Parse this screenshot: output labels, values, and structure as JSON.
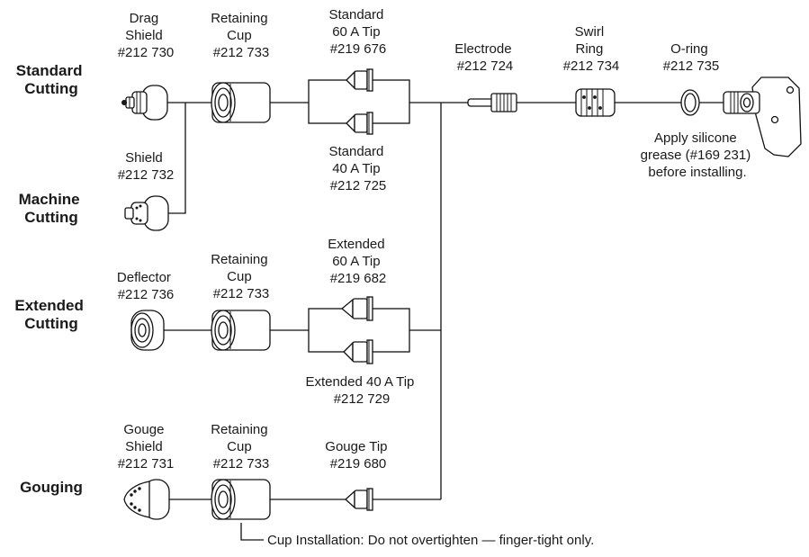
{
  "sections": {
    "standard": [
      "Standard",
      "Cutting"
    ],
    "machine": [
      "Machine",
      "Cutting"
    ],
    "extended": [
      "Extended",
      "Cutting"
    ],
    "gouging": [
      "Gouging"
    ]
  },
  "labels": {
    "drag_shield": [
      "Drag",
      "Shield",
      "#212 730"
    ],
    "retaining_cup_1": [
      "Retaining",
      "Cup",
      "#212 733"
    ],
    "std60_tip": [
      "Standard",
      "60 A Tip",
      "#219 676"
    ],
    "std40_tip": [
      "Standard",
      "40 A Tip",
      "#212 725"
    ],
    "electrode": [
      "Electrode",
      "#212 724"
    ],
    "swirl_ring": [
      "Swirl",
      "Ring",
      "#212 734"
    ],
    "oring": [
      "O-ring",
      "#212 735"
    ],
    "grease_note": [
      "Apply silicone",
      "grease (#169 231)",
      "before installing."
    ],
    "shield": [
      "Shield",
      "#212 732"
    ],
    "deflector": [
      "Deflector",
      "#212 736"
    ],
    "retaining_cup_2": [
      "Retaining",
      "Cup",
      "#212 733"
    ],
    "ext60_tip": [
      "Extended",
      "60 A Tip",
      "#219 682"
    ],
    "ext40_tip": [
      "Extended 40 A Tip",
      "#212 729"
    ],
    "gouge_shield": [
      "Gouge",
      "Shield",
      "#212 731"
    ],
    "retaining_cup_3": [
      "Retaining",
      "Cup",
      "#212 733"
    ],
    "gouge_tip": [
      "Gouge Tip",
      "#219 680"
    ],
    "cup_note": "Cup Installation: Do not overtighten — finger-tight only."
  }
}
